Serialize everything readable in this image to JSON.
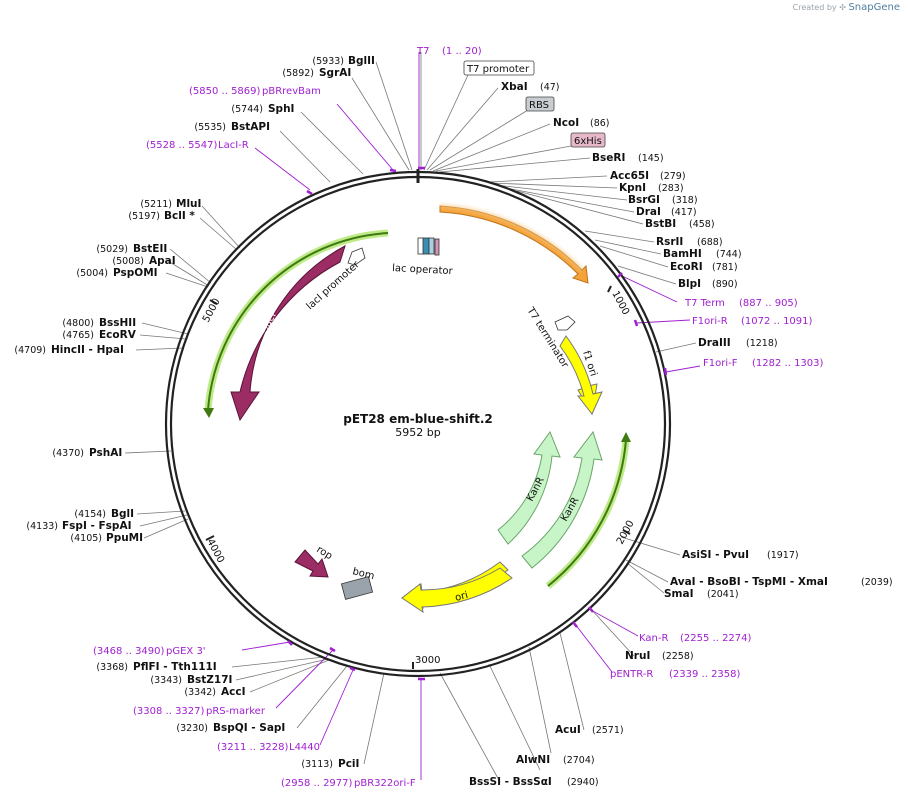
{
  "credit": {
    "prefix": "Created by",
    "brand": "SnapGene"
  },
  "plasmid": {
    "name": "pET28 em-blue-shift.2",
    "length": "5952 bp",
    "bp": 5952
  },
  "ticks": [
    "1000",
    "2000",
    "3000",
    "4000",
    "5000"
  ],
  "colors": {
    "backbone": "#222222",
    "primer": "#a020d0",
    "lacI": "#9b2d64",
    "ori": "#ffff00",
    "kanR": "#c8f5c8",
    "orf": "#5a9a1e",
    "t7": "#f3a33a",
    "bom": "#9aa3ab"
  },
  "sites_right": [
    {
      "name": "XbaI",
      "pos": "(47)"
    },
    {
      "name": "NcoI",
      "pos": "(86)"
    },
    {
      "name": "BseRI",
      "pos": "(145)"
    },
    {
      "name": "Acc65I",
      "pos": "(279)"
    },
    {
      "name": "KpnI",
      "pos": "(283)"
    },
    {
      "name": "BsrGI",
      "pos": "(318)"
    },
    {
      "name": "DraI",
      "pos": "(417)"
    },
    {
      "name": "BstBI",
      "pos": "(458)"
    },
    {
      "name": "RsrII",
      "pos": "(688)"
    },
    {
      "name": "BamHI",
      "pos": "(744)"
    },
    {
      "name": "EcoRI",
      "pos": "(781)"
    },
    {
      "name": "BlpI",
      "pos": "(890)"
    },
    {
      "name": "DraIII",
      "pos": "(1218)"
    },
    {
      "name": "AsiSI - PvuI",
      "pos": "(1917)"
    },
    {
      "name": "AvaI - BsoBI - TspMI - XmaI",
      "pos": "(2039)"
    },
    {
      "name": "SmaI",
      "pos": "(2041)"
    },
    {
      "name": "NruI",
      "pos": "(2258)"
    },
    {
      "name": "AcuI",
      "pos": "(2571)"
    },
    {
      "name": "AlwNI",
      "pos": "(2704)"
    },
    {
      "name": "BssSI - BssSαI",
      "pos": "(2940)"
    }
  ],
  "sites_left": [
    {
      "name": "BglII",
      "pos": "(5933)"
    },
    {
      "name": "SgrAI",
      "pos": "(5892)"
    },
    {
      "name": "SphI",
      "pos": "(5744)"
    },
    {
      "name": "BstAPI",
      "pos": "(5535)"
    },
    {
      "name": "MluI",
      "pos": "(5211)"
    },
    {
      "name": "BclI *",
      "pos": "(5197)"
    },
    {
      "name": "BstEII",
      "pos": "(5029)"
    },
    {
      "name": "ApaI",
      "pos": "(5008)"
    },
    {
      "name": "PspOMI",
      "pos": "(5004)"
    },
    {
      "name": "BssHII",
      "pos": "(4800)"
    },
    {
      "name": "EcoRV",
      "pos": "(4765)"
    },
    {
      "name": "HincII - HpaI",
      "pos": "(4709)"
    },
    {
      "name": "PshAI",
      "pos": "(4370)"
    },
    {
      "name": "BglI",
      "pos": "(4154)"
    },
    {
      "name": "FspI - FspAI",
      "pos": "(4133)"
    },
    {
      "name": "PpuMI",
      "pos": "(4105)"
    },
    {
      "name": "PflFI - Tth111I",
      "pos": "(3368)"
    },
    {
      "name": "BstZ17I",
      "pos": "(3343)"
    },
    {
      "name": "AccI",
      "pos": "(3342)"
    },
    {
      "name": "BspQI - SapI",
      "pos": "(3230)"
    },
    {
      "name": "PciI",
      "pos": "(3113)"
    }
  ],
  "primers": [
    {
      "name": "T7",
      "range": "(1 .. 20)"
    },
    {
      "name": "pBRrevBam",
      "range": "(5850 .. 5869)"
    },
    {
      "name": "LacI-R",
      "range": "(5528 .. 5547)"
    },
    {
      "name": "T7 Term",
      "range": "(887 .. 905)"
    },
    {
      "name": "F1ori-R",
      "range": "(1072 .. 1091)"
    },
    {
      "name": "F1ori-F",
      "range": "(1282 .. 1303)"
    },
    {
      "name": "Kan-R",
      "range": "(2255 .. 2274)"
    },
    {
      "name": "pENTR-R",
      "range": "(2339 .. 2358)"
    },
    {
      "name": "pGEX 3'",
      "range": "(3468 .. 3490)"
    },
    {
      "name": "pRS-marker",
      "range": "(3308 .. 3327)"
    },
    {
      "name": "L4440",
      "range": "(3211 .. 3228)"
    },
    {
      "name": "pBR322ori-F",
      "range": "(2958 .. 2977)"
    }
  ],
  "boxed_features": [
    {
      "name": "T7 promoter"
    },
    {
      "name": "RBS"
    },
    {
      "name": "6xHis"
    }
  ],
  "map_features": {
    "lac_operator": "lac operator",
    "lacI_promoter": "lacI promoter",
    "lacI": "lacI",
    "t7_terminator": "T7 terminator",
    "f1_ori": "f1 ori",
    "kanR_1": "KanR",
    "kanR_2": "KanR",
    "rop": "rop",
    "bom": "bom",
    "ori": "ori"
  }
}
